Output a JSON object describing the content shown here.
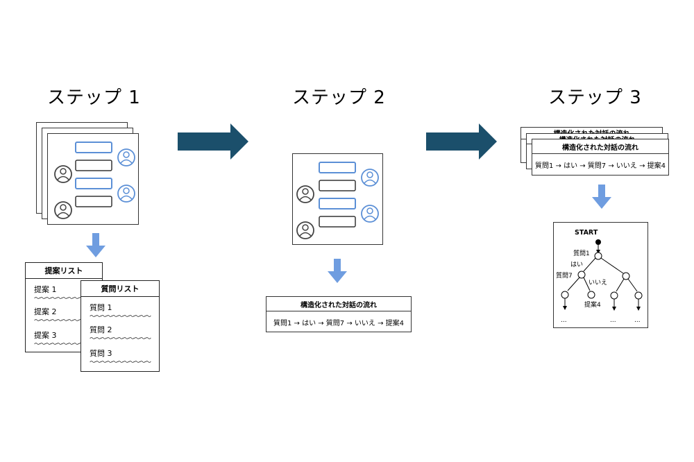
{
  "steps": [
    {
      "title": "ステップ 1"
    },
    {
      "title": "ステップ 2"
    },
    {
      "title": "ステップ 3"
    }
  ],
  "proposal_list": {
    "title": "提案リスト",
    "items": [
      "提案 1",
      "提案 2",
      "提案 3"
    ]
  },
  "question_list": {
    "title": "質問リスト",
    "items": [
      "質問 1",
      "質問 2",
      "質問 3"
    ]
  },
  "structured_flow": {
    "title": "構造化された対話の流れ",
    "body": "質問1 → はい → 質問7 → いいえ → 提案4"
  },
  "tree": {
    "start": "START",
    "q1": "質問1",
    "yes": "はい",
    "q7": "質問7",
    "no": "いいえ",
    "p4": "提案4",
    "ellipsis": "..."
  },
  "colors": {
    "big_arrow": "#1b4f6b",
    "small_arrow": "#6f9de0",
    "bubble_blue": "#5b8fd6",
    "avatar_dark": "#444444"
  }
}
